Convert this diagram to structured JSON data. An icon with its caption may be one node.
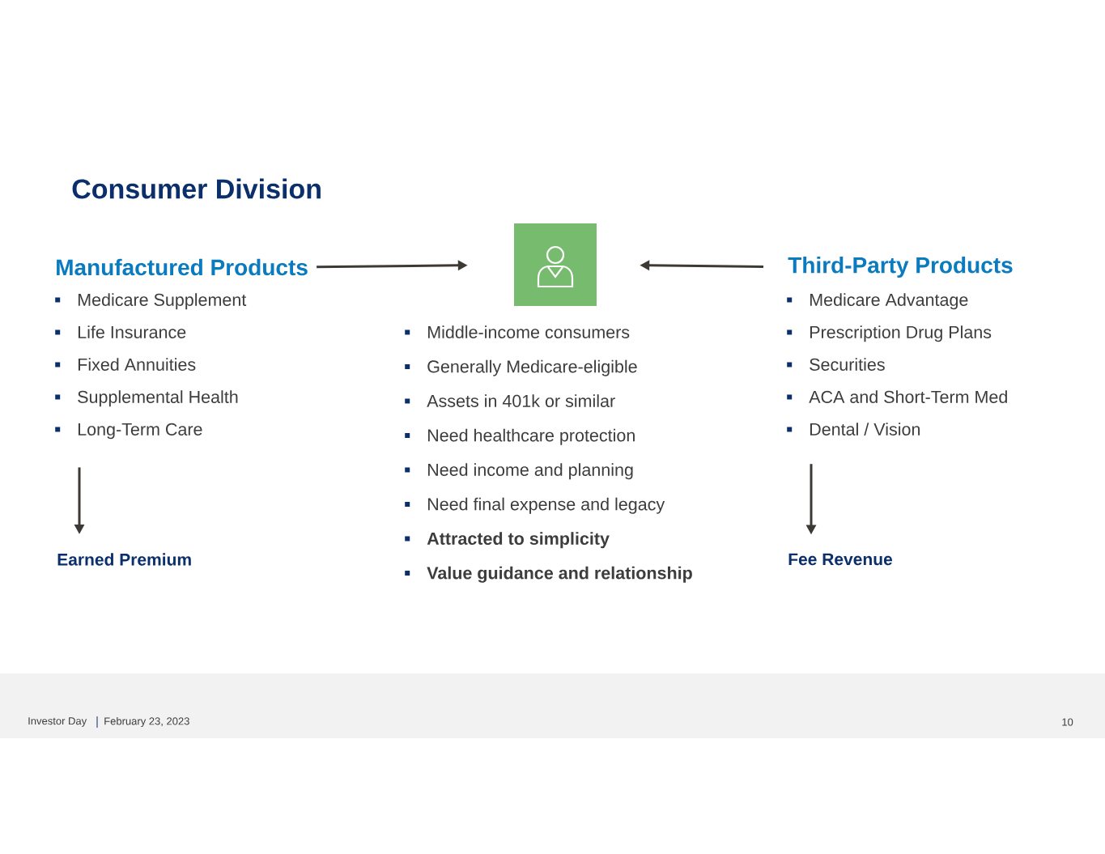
{
  "diagram": {
    "title": "Consumer Division",
    "nodes": [
      {
        "text": [
          "Manufactured Products"
        ]
      },
      {
        "text": [
          "Medicare Supplement",
          "Life Insurance",
          "Fixed Annuities",
          "Supplemental Health",
          "Long-Term Care"
        ]
      },
      {
        "text": [
          "Earned Premium"
        ]
      },
      {
        "text": [],
        "shape": "person"
      },
      {
        "text": [
          "Middle-income consumers",
          "Generally Medicare-eligible",
          "Assets in 401k or similar",
          "Need healthcare protection",
          "Need income and planning",
          "Need final expense and legacy",
          "**Attracted to simplicity**",
          "**Value guidance and relationship**"
        ]
      },
      {
        "text": [
          "Third-Party Products"
        ]
      },
      {
        "text": [
          "Medicare Advantage",
          "Prescription Drug Plans",
          "Securities",
          "ACA and Short-Term Med",
          "Dental / Vision"
        ]
      },
      {
        "text": [
          "Fee Revenue"
        ]
      }
    ],
    "edges": [
      {
        "from": 0,
        "to": 3,
        "arrow": "to"
      },
      {
        "from": 5,
        "to": 3,
        "arrow": "to"
      },
      {
        "from": 1,
        "to": 2,
        "arrow": "to"
      },
      {
        "from": 6,
        "to": 7,
        "arrow": "to"
      }
    ],
    "labels": [
      "Investor Day",
      "February 23, 2023",
      "10"
    ]
  }
}
